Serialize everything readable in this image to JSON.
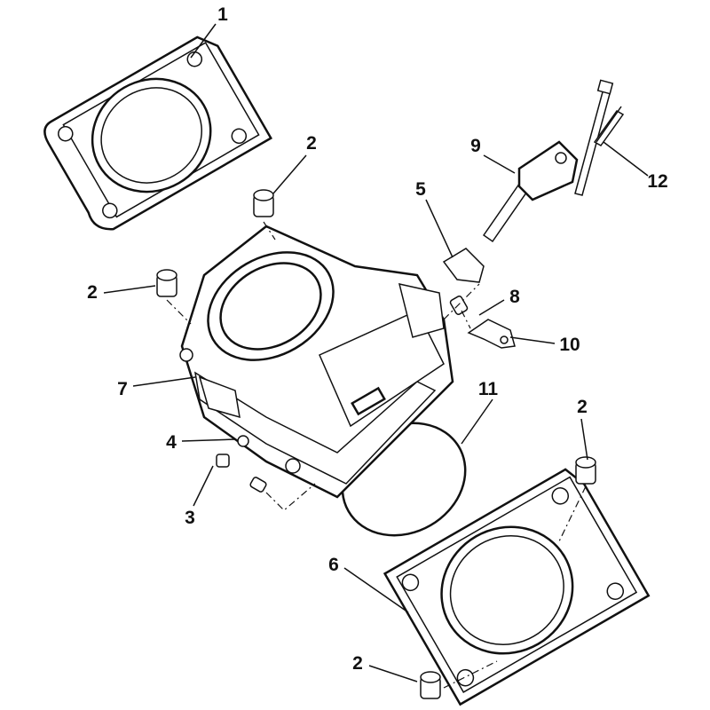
{
  "diagram": {
    "title": "Cylinder exploded parts diagram",
    "callouts": [
      {
        "id": "c1",
        "text": "1"
      },
      {
        "id": "c2a",
        "text": "2"
      },
      {
        "id": "c2b",
        "text": "2"
      },
      {
        "id": "c2c",
        "text": "2"
      },
      {
        "id": "c2d",
        "text": "2"
      },
      {
        "id": "c3",
        "text": "3"
      },
      {
        "id": "c4",
        "text": "4"
      },
      {
        "id": "c5",
        "text": "5"
      },
      {
        "id": "c6",
        "text": "6"
      },
      {
        "id": "c7",
        "text": "7"
      },
      {
        "id": "c8",
        "text": "8"
      },
      {
        "id": "c9",
        "text": "9"
      },
      {
        "id": "c10",
        "text": "10"
      },
      {
        "id": "c11",
        "text": "11"
      },
      {
        "id": "c12",
        "text": "12"
      }
    ]
  }
}
